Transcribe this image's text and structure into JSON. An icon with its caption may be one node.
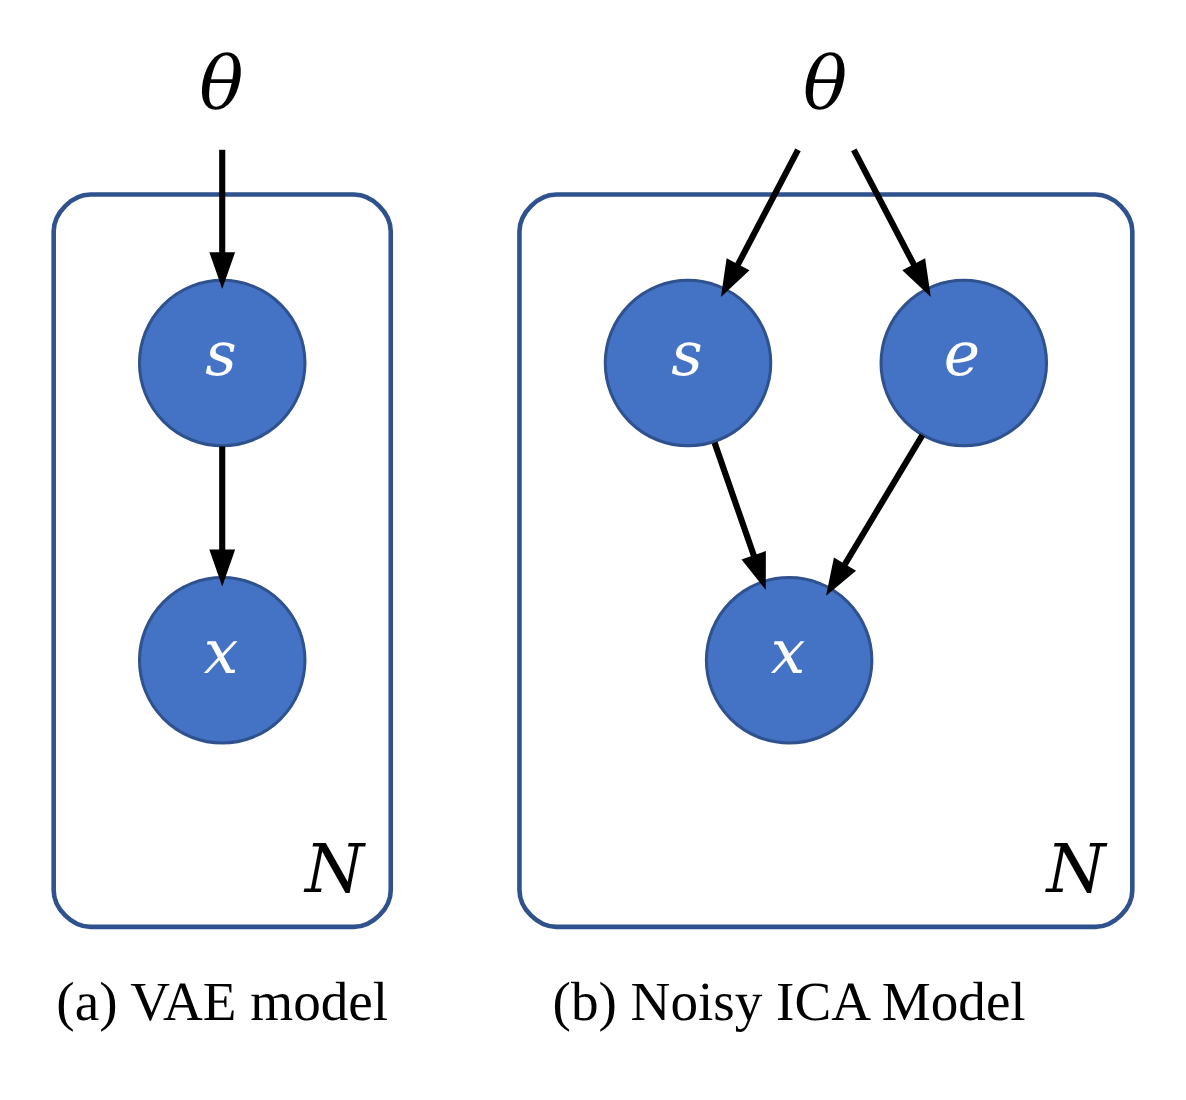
{
  "diagram": {
    "nodes": [
      {
        "text": [
          "θ"
        ]
      },
      {
        "text": [
          "N"
        ]
      },
      {
        "text": [
          "s"
        ],
        "in": 1
      },
      {
        "text": [
          "x"
        ],
        "in": 1
      },
      {
        "text": [
          "θ"
        ]
      },
      {
        "text": [
          "N"
        ]
      },
      {
        "text": [
          "e"
        ],
        "in": 5
      },
      {
        "text": [
          "s"
        ],
        "in": 5
      },
      {
        "text": [
          "x"
        ],
        "in": 5
      }
    ],
    "edges": [
      {
        "from": 0,
        "to": 2,
        "arrow": "to"
      },
      {
        "from": 2,
        "to": 3,
        "arrow": "to"
      },
      {
        "from": 4,
        "to": 6,
        "arrow": "to"
      },
      {
        "from": 4,
        "to": 7,
        "arrow": "to"
      },
      {
        "from": 6,
        "to": 8,
        "arrow": "to"
      },
      {
        "from": 7,
        "to": 8,
        "arrow": "to"
      }
    ],
    "labels": [
      "(a) VAE model",
      "(b) Noisy ICA Model"
    ]
  }
}
